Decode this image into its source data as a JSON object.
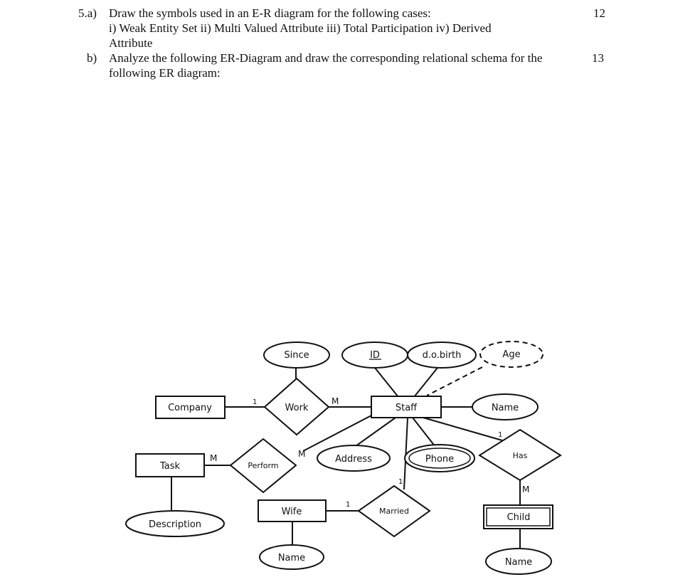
{
  "question": {
    "a": {
      "label": "5.a)",
      "line1": "Draw the symbols used in an E-R diagram for the following cases:",
      "line2": "i) Weak Entity Set   ii) Multi Valued Attribute   iii) Total Participation iv) Derived",
      "line3": "Attribute",
      "marks": "12"
    },
    "b": {
      "label": "b)",
      "line1": "Analyze the following ER-Diagram and draw the corresponding relational schema for the",
      "line2": "following ER diagram:",
      "marks": "13"
    }
  },
  "er": {
    "entities": {
      "company": "Company",
      "staff": "Staff",
      "task": "Task",
      "wife": "Wife",
      "child": "Child"
    },
    "relationships": {
      "work": "Work",
      "perform": "Perform",
      "married": "Married",
      "has": "Has"
    },
    "attributes": {
      "since": "Since",
      "id": "ID",
      "dob": "d.o.birth",
      "age": "Age",
      "staff_name": "Name",
      "address": "Address",
      "phone": "Phone",
      "description": "Description",
      "wife_name": "Name",
      "child_name": "Name"
    },
    "cardinalities": {
      "company_work": "1",
      "work_staff": "M",
      "task_perform": "M",
      "perform_staff": "M",
      "wife_married": "1",
      "married_staff": "1",
      "staff_has": "1",
      "has_child": "M"
    }
  }
}
